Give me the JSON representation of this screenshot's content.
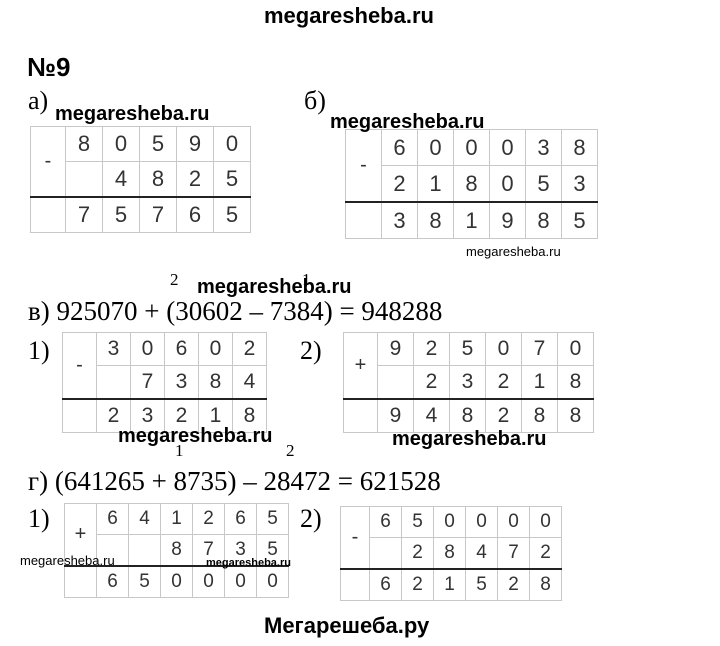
{
  "header": {
    "site": "megaresheba.ru"
  },
  "problem": {
    "number": "№9"
  },
  "labels": {
    "a": "а)",
    "b": "б)",
    "v": "в)",
    "g": "г)",
    "v1": "1)",
    "v2": "2)",
    "g1": "1)",
    "g2": "2)"
  },
  "expressions": {
    "v": "925070 + (30602 – 7384) = 948288",
    "g": "(641265 + 8735) – 28472 = 621528",
    "v_order_1": "2",
    "v_order_2": "1",
    "g_order_1": "1",
    "g_order_2": "2"
  },
  "calcs": {
    "a": {
      "sign": "-",
      "top": [
        "8",
        "0",
        "5",
        "9",
        "0"
      ],
      "mid": [
        "",
        "4",
        "8",
        "2",
        "5"
      ],
      "res": [
        "7",
        "5",
        "7",
        "6",
        "5"
      ]
    },
    "b": {
      "sign": "-",
      "top": [
        "6",
        "0",
        "0",
        "0",
        "3",
        "8"
      ],
      "mid": [
        "2",
        "1",
        "8",
        "0",
        "5",
        "3"
      ],
      "res": [
        "3",
        "8",
        "1",
        "9",
        "8",
        "5"
      ]
    },
    "v1": {
      "sign": "-",
      "top": [
        "3",
        "0",
        "6",
        "0",
        "2"
      ],
      "mid": [
        "",
        "7",
        "3",
        "8",
        "4"
      ],
      "res": [
        "2",
        "3",
        "2",
        "1",
        "8"
      ]
    },
    "v2": {
      "sign": "+",
      "top": [
        "9",
        "2",
        "5",
        "0",
        "7",
        "0"
      ],
      "mid": [
        "",
        "2",
        "3",
        "2",
        "1",
        "8"
      ],
      "res": [
        "9",
        "4",
        "8",
        "2",
        "8",
        "8"
      ]
    },
    "g1": {
      "sign": "+",
      "top": [
        "6",
        "4",
        "1",
        "2",
        "6",
        "5"
      ],
      "mid": [
        "",
        "",
        "8",
        "7",
        "3",
        "5"
      ],
      "res": [
        "6",
        "5",
        "0",
        "0",
        "0",
        "0"
      ]
    },
    "g2": {
      "sign": "-",
      "top": [
        "6",
        "5",
        "0",
        "0",
        "0",
        "0"
      ],
      "mid": [
        "",
        "2",
        "8",
        "4",
        "7",
        "2"
      ],
      "res": [
        "6",
        "2",
        "1",
        "5",
        "2",
        "8"
      ]
    }
  },
  "watermarks": {
    "text": "megaresheba.ru",
    "footer": "Мегарешеба.ру"
  }
}
